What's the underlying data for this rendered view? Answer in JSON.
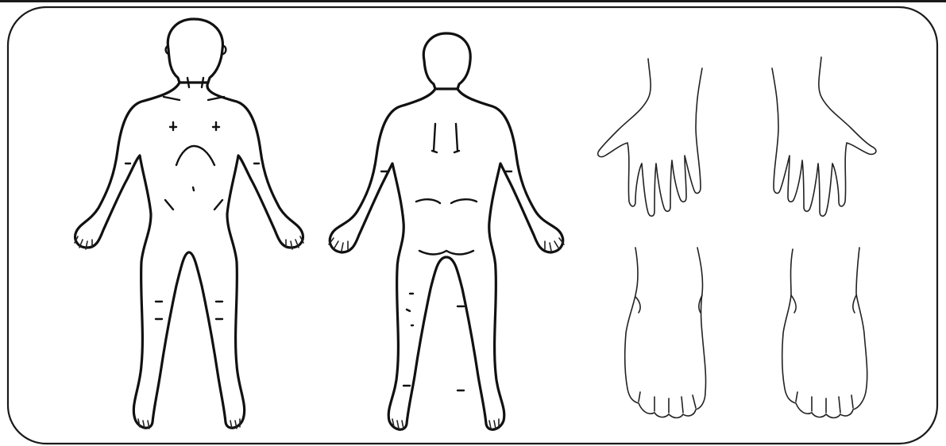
{
  "figure": {
    "description_visible_text": "",
    "panels": [
      "front-body",
      "back-body",
      "left-hand",
      "right-hand",
      "left-foot",
      "right-foot"
    ],
    "colors": {
      "line": "#111111",
      "background": "#ffffff",
      "frame": "#1a1a1a"
    }
  }
}
